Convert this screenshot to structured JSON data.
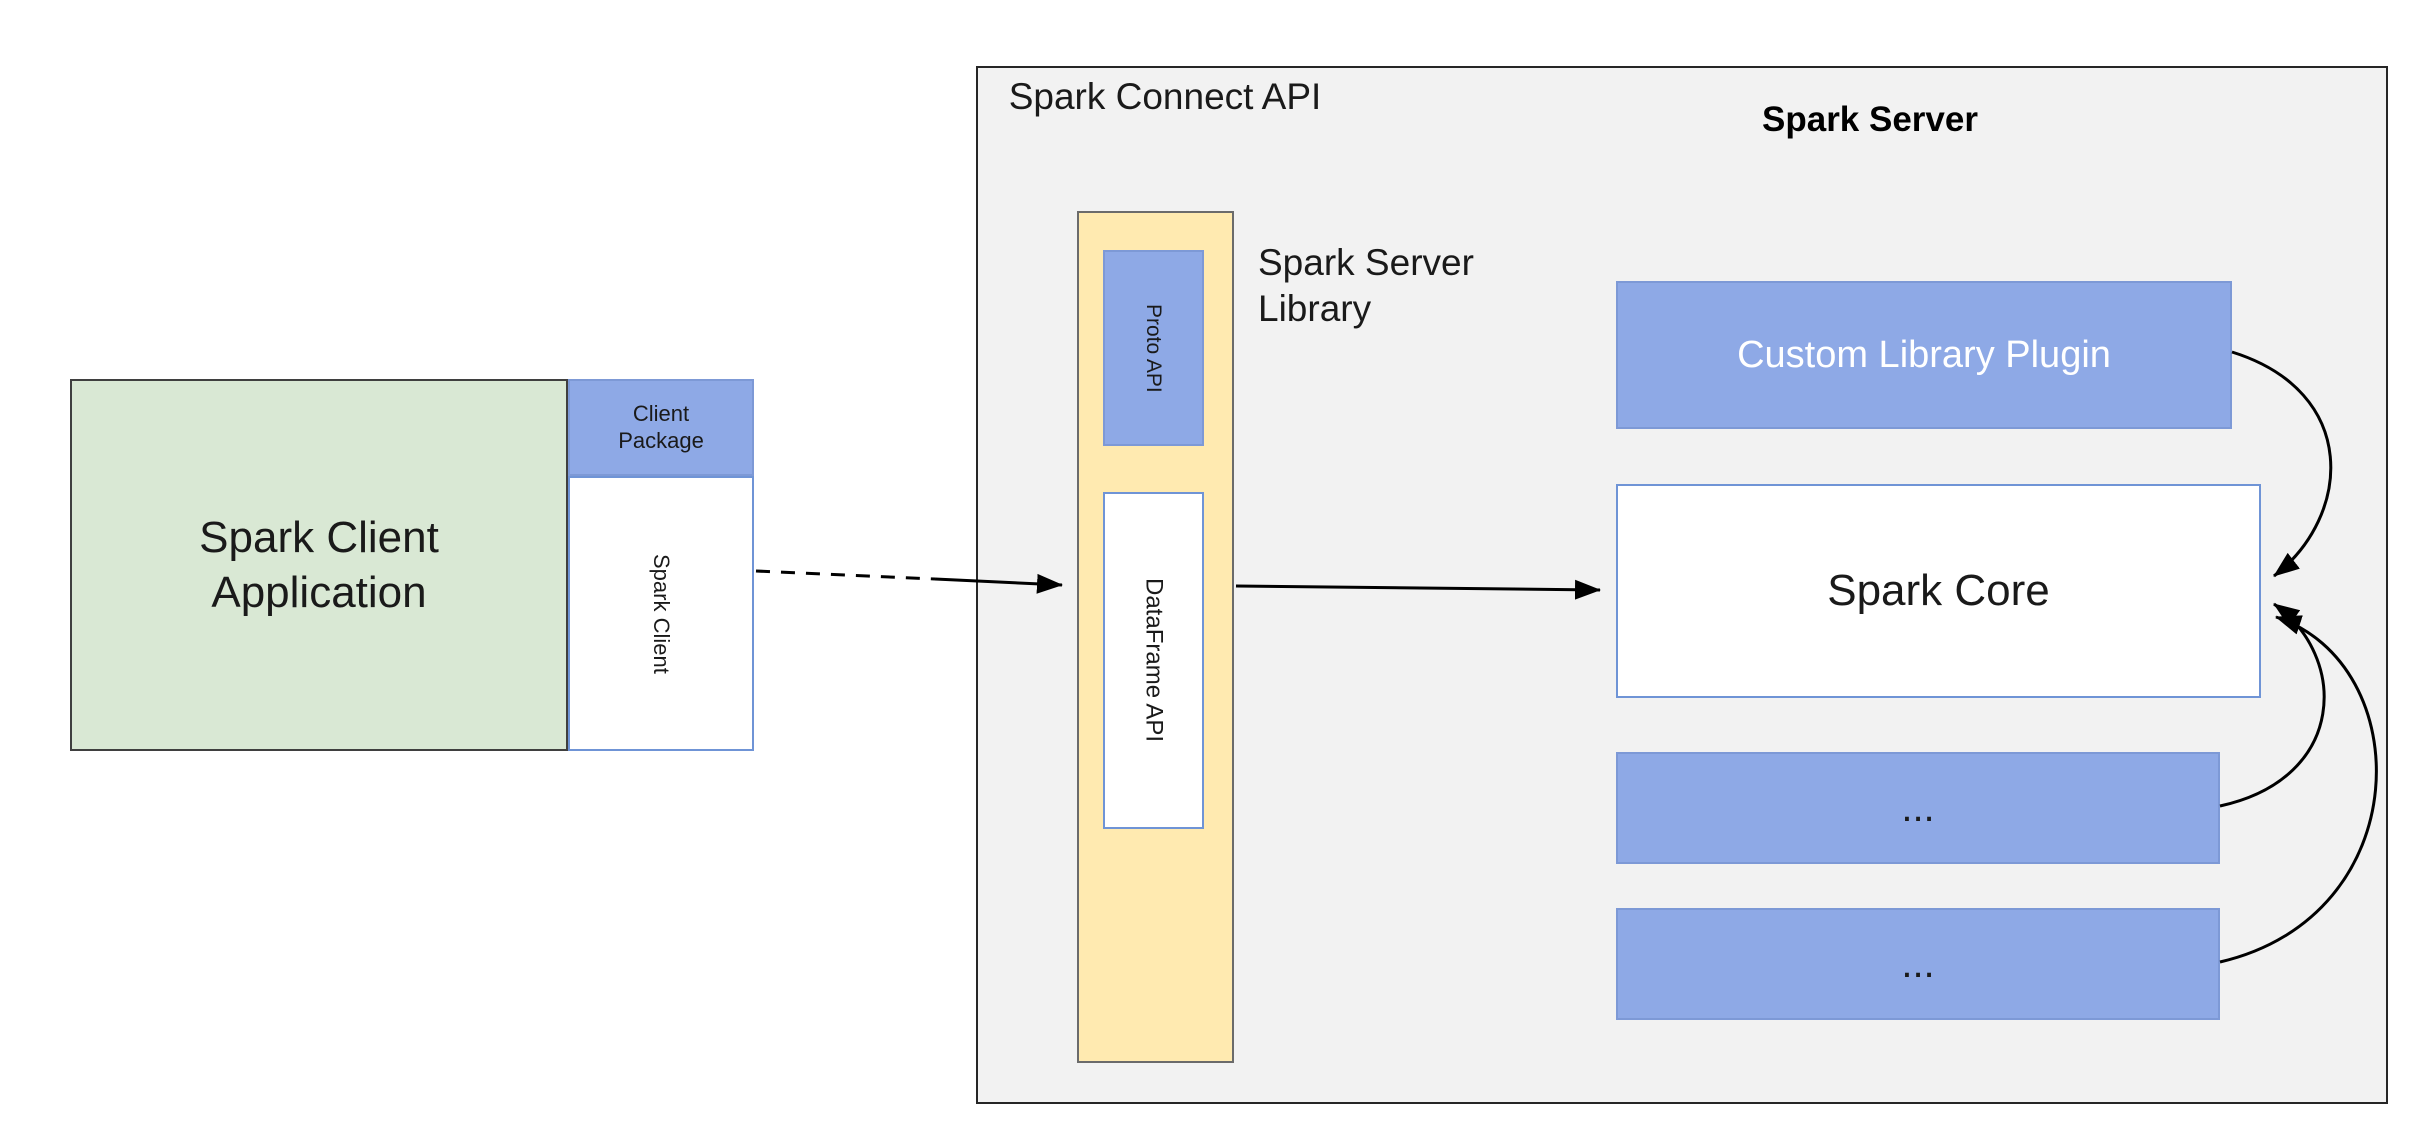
{
  "colors": {
    "green_fill": "#d9e8d4",
    "green_border": "#3f3f3f",
    "blue_fill": "#8ea9e6",
    "blue_border": "#7d99d6",
    "yellow_fill": "#ffeab0",
    "yellow_border": "#6b6b6b",
    "white_box_border": "#6f94d6",
    "server_fill": "#f2f2f2",
    "server_border": "#262626",
    "arrow": "#000000",
    "text_dark": "#1a1a1a",
    "text_on_plugin": "#ffffff"
  },
  "client": {
    "application_label": "Spark Client Application",
    "package_label": "Client Package",
    "client_label": "Spark Client"
  },
  "connect": {
    "api_label": "Spark Connect API",
    "proto_label": "Proto API",
    "dataframe_label": "DataFrame API",
    "library_label": "Spark Server Library"
  },
  "server": {
    "title": "Spark Server",
    "plugin_label": "Custom Library Plugin",
    "core_label": "Spark Core",
    "ellipsis_1": "...",
    "ellipsis_2": "..."
  }
}
